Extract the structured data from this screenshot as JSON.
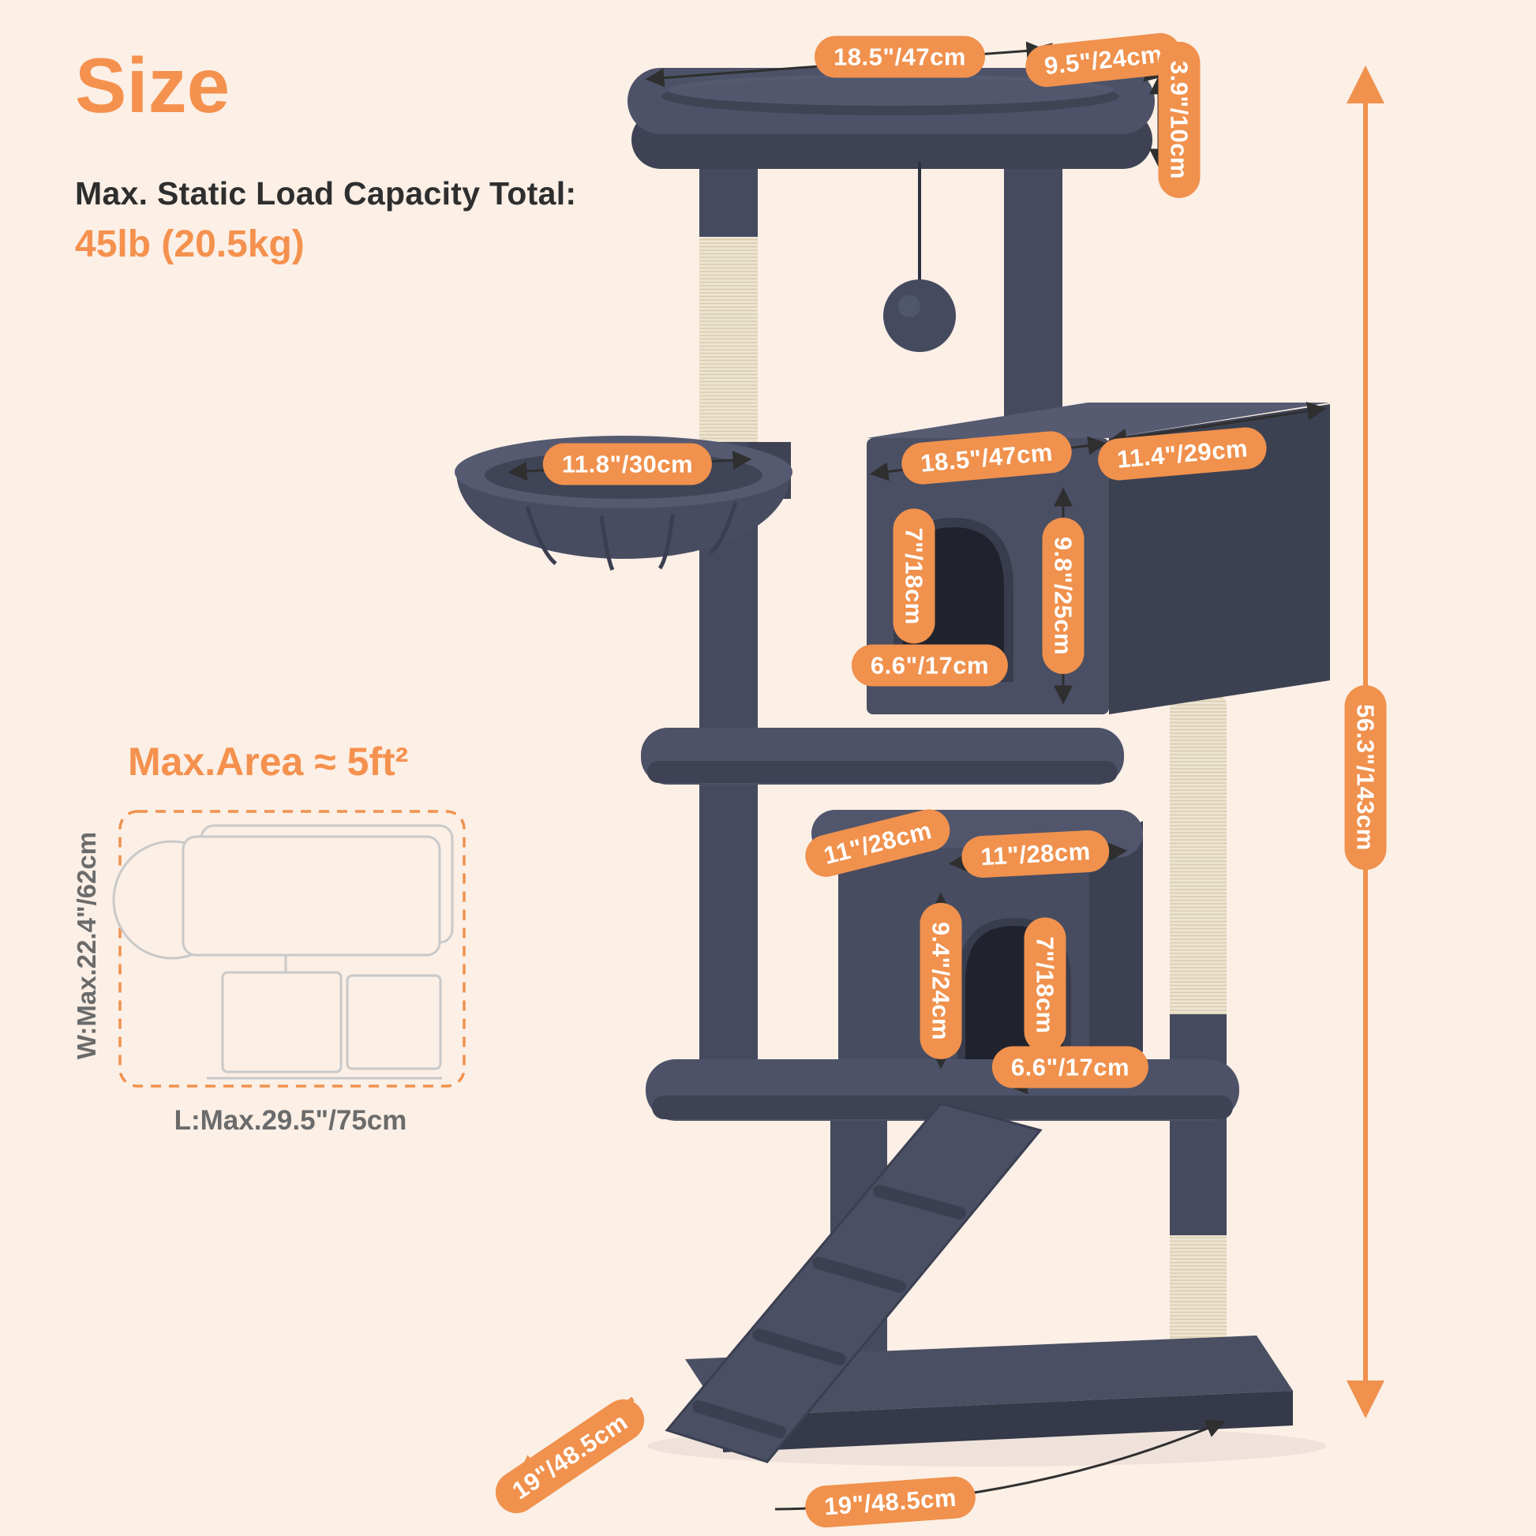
{
  "header": {
    "title": "Size",
    "capacity_label": "Max. Static Load Capacity Total:",
    "capacity_value": "45lb (20.5kg)"
  },
  "area": {
    "title": "Max.Area ≈ 5ft²",
    "width_label": "W:Max.22.4\"/62cm",
    "length_label": "L:Max.29.5\"/75cm"
  },
  "dimensions": {
    "top_length": "18.5\"/47cm",
    "top_width": "9.5\"/24cm",
    "top_thickness": "3.9\"/10cm",
    "basket_diameter": "11.8\"/30cm",
    "condo_width": "18.5\"/47cm",
    "condo_depth": "11.4\"/29cm",
    "condo_door_height": "7\"/18cm",
    "condo_height": "9.8\"/25cm",
    "condo_door_width": "6.6\"/17cm",
    "small_condo_width": "11\"/28cm",
    "small_condo_depth": "11\"/28cm",
    "small_condo_height": "9.4\"/24cm",
    "small_condo_door_height": "7\"/18cm",
    "small_condo_door_width": "6.6\"/17cm",
    "total_height": "56.3\"/143cm",
    "base_depth": "19\"/48.5cm",
    "base_width": "19\"/48.5cm"
  },
  "colors": {
    "accent_orange": "#F0914D",
    "background": "#FBEFE6",
    "tree_plush": "#4A4F63",
    "sisal": "#EDE5D2",
    "text_dark": "#2E2E2E"
  }
}
